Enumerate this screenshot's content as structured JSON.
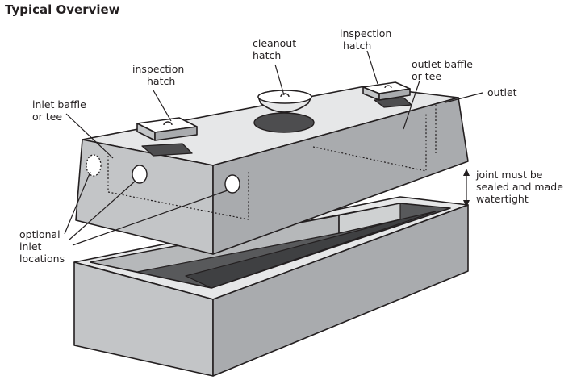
{
  "title": "Typical Overview",
  "labels": {
    "cleanout_hatch": [
      "cleanout",
      "hatch"
    ],
    "inspection_hatch_left": [
      "inspection",
      "hatch"
    ],
    "inspection_hatch_right": [
      "inspection",
      "hatch"
    ],
    "outlet_baffle": [
      "outlet baffle",
      "or tee"
    ],
    "outlet": "outlet",
    "inlet_baffle": [
      "inlet baffle",
      "or tee"
    ],
    "joint": [
      "joint must be",
      "sealed and made",
      "watertight"
    ],
    "optional_inlet": [
      "optional",
      "inlet",
      "locations"
    ]
  },
  "colors": {
    "stroke": "#231f20",
    "top_face": "#e6e7e8",
    "front_face": "#c3c5c7",
    "side_face": "#a9abae",
    "inner_dark": "#58595b",
    "hole_dark": "#4d4d4f",
    "background": "#ffffff"
  }
}
